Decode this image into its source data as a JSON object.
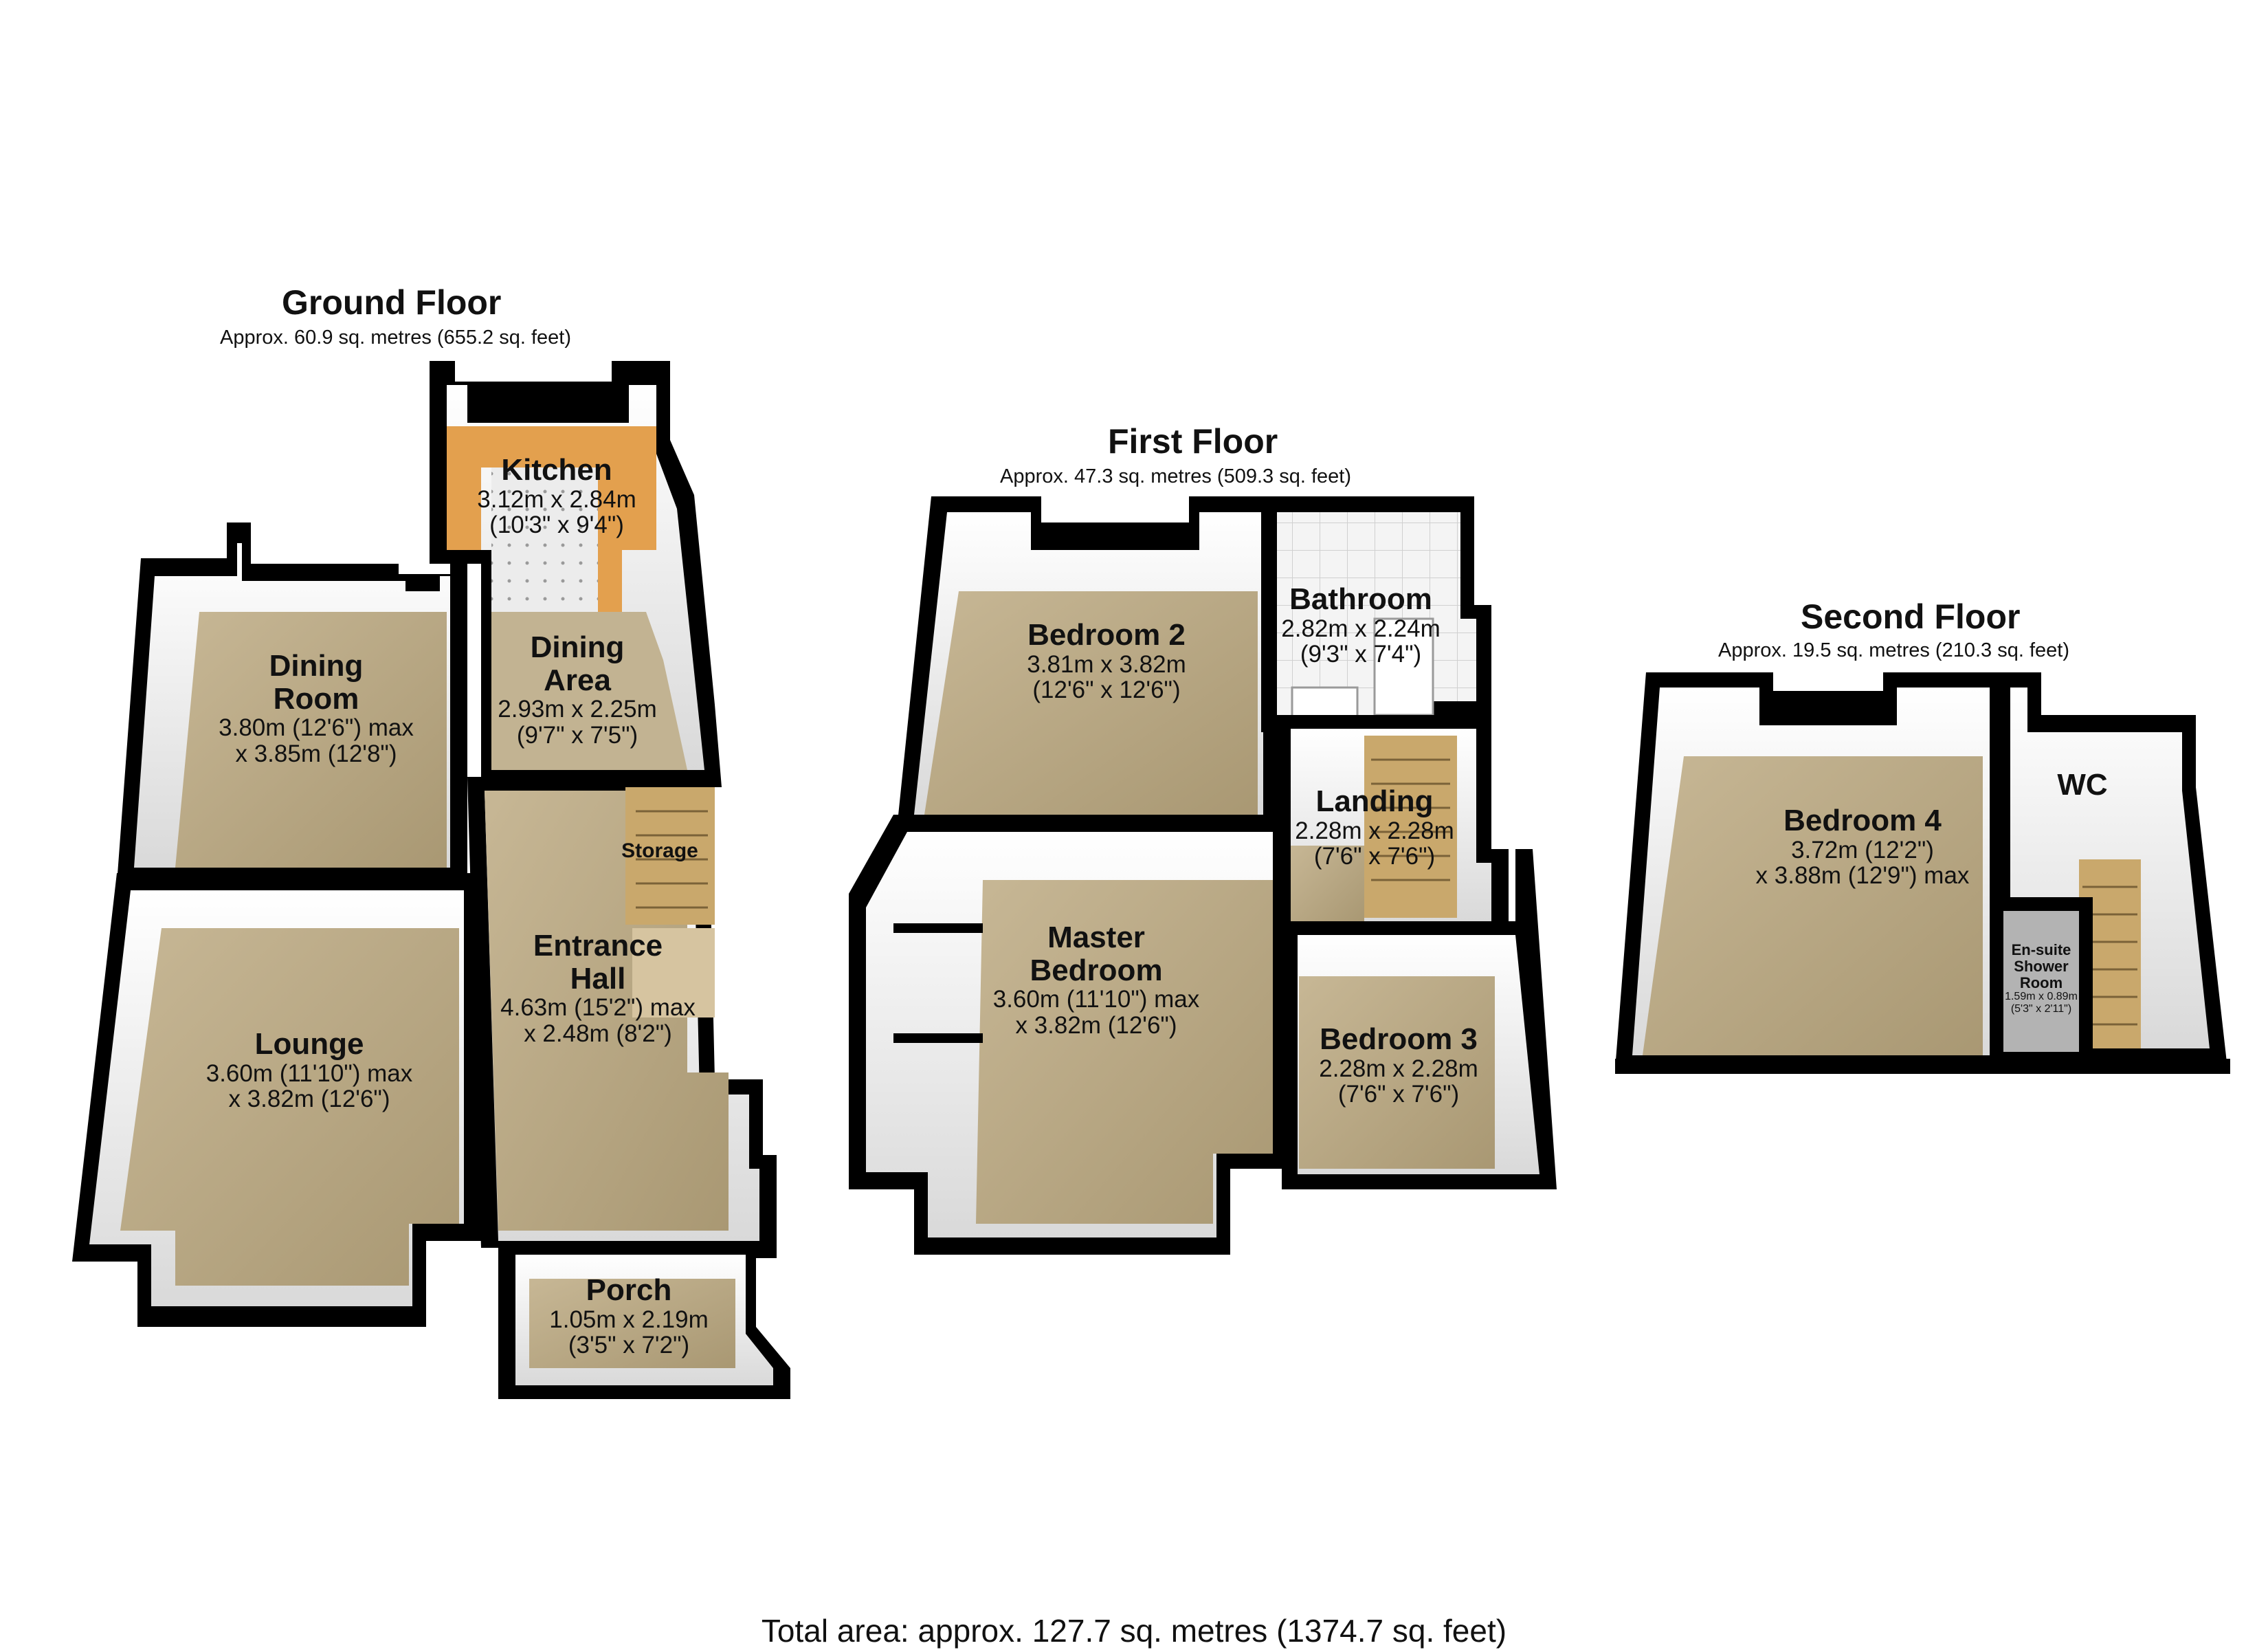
{
  "floors": [
    {
      "title": "Ground Floor",
      "area": "Approx. 60.9 sq. metres (655.2 sq. feet)",
      "rooms": [
        {
          "name": "Kitchen",
          "dims": [
            "3.12m x 2.84m",
            "(10'3\" x 9'4\")"
          ]
        },
        {
          "name": "Dining Room",
          "name_lines": [
            "Dining",
            "Room"
          ],
          "dims": [
            "3.80m (12'6\") max",
            "x 3.85m (12'8\")"
          ]
        },
        {
          "name": "Dining Area",
          "name_lines": [
            "Dining",
            "Area"
          ],
          "dims": [
            "2.93m x 2.25m",
            "(9'7\" x 7'5\")"
          ]
        },
        {
          "name": "Storage",
          "dims": []
        },
        {
          "name": "Entrance Hall",
          "name_lines": [
            "Entrance",
            "Hall"
          ],
          "dims": [
            "4.63m (15'2\") max",
            "x 2.48m (8'2\")"
          ]
        },
        {
          "name": "Lounge",
          "dims": [
            "3.60m (11'10\") max",
            "x 3.82m (12'6\")"
          ]
        },
        {
          "name": "Porch",
          "dims": [
            "1.05m x 2.19m",
            "(3'5\" x 7'2\")"
          ]
        }
      ]
    },
    {
      "title": "First Floor",
      "area": "Approx. 47.3 sq. metres (509.3 sq. feet)",
      "rooms": [
        {
          "name": "Bedroom 2",
          "dims": [
            "3.81m x 3.82m",
            "(12'6\" x 12'6\")"
          ]
        },
        {
          "name": "Bathroom",
          "dims": [
            "2.82m x 2.24m",
            "(9'3\" x 7'4\")"
          ]
        },
        {
          "name": "Landing",
          "dims": [
            "2.28m x 2.28m",
            "(7'6\" x 7'6\")"
          ]
        },
        {
          "name": "Master Bedroom",
          "name_lines": [
            "Master",
            "Bedroom"
          ],
          "dims": [
            "3.60m (11'10\") max",
            "x 3.82m (12'6\")"
          ]
        },
        {
          "name": "Bedroom 3",
          "dims": [
            "2.28m x 2.28m",
            "(7'6\" x 7'6\")"
          ]
        }
      ]
    },
    {
      "title": "Second Floor",
      "area": "Approx. 19.5 sq. metres (210.3 sq. feet)",
      "rooms": [
        {
          "name": "WC",
          "dims": []
        },
        {
          "name": "Bedroom 4",
          "dims": [
            "3.72m (12'2\")",
            "x 3.88m (12'9\") max"
          ]
        },
        {
          "name": "En-suite Shower Room",
          "name_lines": [
            "En-suite",
            "Shower",
            "Room"
          ],
          "dims": [
            "1.59m x 0.89m",
            "(5'3\" x 2'11\")"
          ]
        }
      ]
    }
  ],
  "total_area": "Total area: approx. 127.7 sq. metres (1374.7 sq. feet)",
  "colors": {
    "wall": "#000000",
    "floor_carpet": "#b9a987",
    "floor_tile": "#e6e6e6",
    "kitchen_worktop": "#e3a04e",
    "wall_inner": "#f2f2f2",
    "label_box": "#d8d4cc"
  }
}
